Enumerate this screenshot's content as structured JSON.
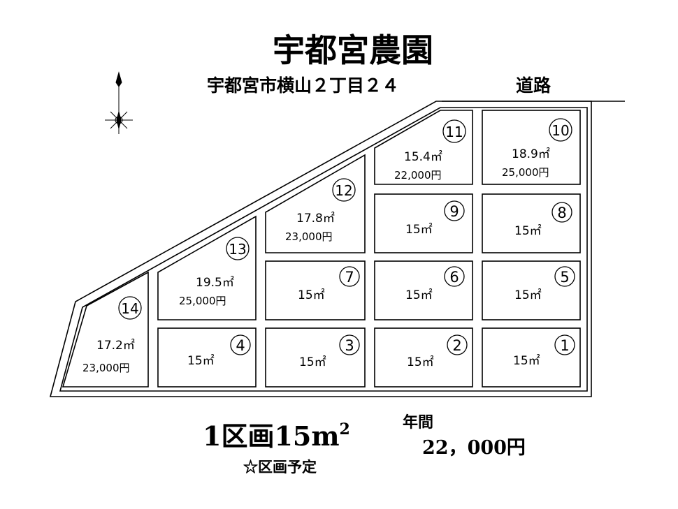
{
  "title": "宇都宮農園",
  "address": "宇都宮市横山２丁目２４",
  "road_label": "道路",
  "unit_area_label": "1区画15m",
  "unit_area_sup": "2",
  "annual_label": "年間",
  "annual_price": "22，000円",
  "plan_note": "☆区画予定",
  "colors": {
    "line": "#000000",
    "background": "#ffffff"
  },
  "icons": {
    "compass": "north-arrow-icon"
  },
  "plots": [
    {
      "number": "1",
      "area": "15㎡"
    },
    {
      "number": "2",
      "area": "15㎡"
    },
    {
      "number": "3",
      "area": "15㎡"
    },
    {
      "number": "4",
      "area": "15㎡"
    },
    {
      "number": "5",
      "area": "15㎡"
    },
    {
      "number": "6",
      "area": "15㎡"
    },
    {
      "number": "7",
      "area": "15㎡"
    },
    {
      "number": "8",
      "area": "15㎡"
    },
    {
      "number": "9",
      "area": "15㎡"
    },
    {
      "number": "10",
      "area": "18.9㎡",
      "price": "25,000円"
    },
    {
      "number": "11",
      "area": "15.4㎡",
      "price": "22,000円"
    },
    {
      "number": "12",
      "area": "17.8㎡",
      "price": "23,000円"
    },
    {
      "number": "13",
      "area": "19.5㎡",
      "price": "25,000円"
    },
    {
      "number": "14",
      "area": "17.2㎡",
      "price": "23,000円"
    }
  ]
}
